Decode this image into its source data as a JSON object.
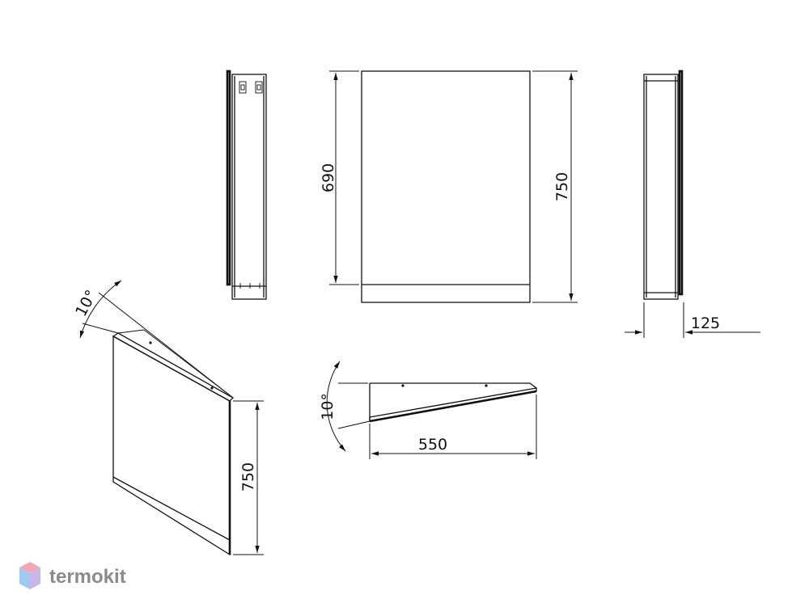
{
  "dimensions": {
    "inner_height": "690",
    "front_height": "750",
    "depth": "125",
    "iso_height": "750",
    "iso_angle": "10°",
    "top_width": "550",
    "top_angle": "10°"
  },
  "logo": {
    "text": "termokit",
    "colors": [
      "#f4a6b4",
      "#9ec9f0",
      "#c9b6e8"
    ]
  }
}
